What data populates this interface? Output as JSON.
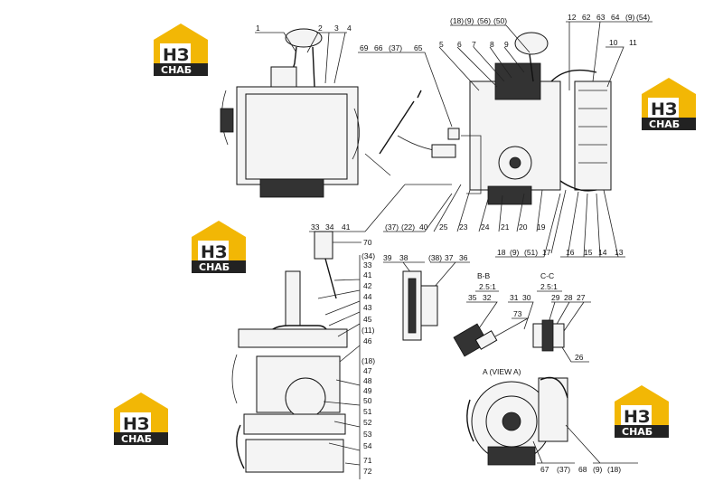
{
  "logo": {
    "mark": "НЗ",
    "name": "СНАБ",
    "colors": {
      "gold": "#f2b705",
      "dark": "#222222"
    }
  },
  "views": {
    "bb_title": "B-B",
    "bb_scale": "2.5:1",
    "cc_title": "C-C",
    "cc_scale": "2.5:1",
    "a_title": "A (VIEW A)"
  },
  "callouts": {
    "top_left": [
      "1",
      "2",
      "3",
      "4"
    ],
    "top_mid": [
      "(18)",
      "(9)",
      "(56)",
      "(50)"
    ],
    "top_mid2": [
      "69",
      "66",
      "(37)",
      "65",
      "5",
      "6",
      "7",
      "8",
      "9"
    ],
    "top_right": [
      "12",
      "62",
      "63",
      "64",
      "(9)",
      "(54)",
      "10",
      "11"
    ],
    "mid_row": [
      "33",
      "34",
      "41",
      "(37)",
      "(22)",
      "40",
      "25",
      "23",
      "24",
      "21",
      "20",
      "19"
    ],
    "mid_row2": [
      "18",
      "(9)",
      "(51)",
      "17",
      "16",
      "15",
      "14",
      "13"
    ],
    "column": [
      "70",
      "(34)",
      "33",
      "41",
      "42",
      "44",
      "43",
      "45",
      "(11)",
      "46",
      "(18)",
      "47",
      "48",
      "49",
      "50",
      "51",
      "52",
      "53",
      "54",
      "71",
      "72"
    ],
    "bb": [
      "39",
      "38",
      "(38)",
      "37",
      "36",
      "35",
      "32",
      "31",
      "30"
    ],
    "cc": [
      "29",
      "28",
      "27",
      "73",
      "26"
    ],
    "bottom": [
      "67",
      "(37)",
      "68",
      "(9)",
      "(18)"
    ]
  }
}
